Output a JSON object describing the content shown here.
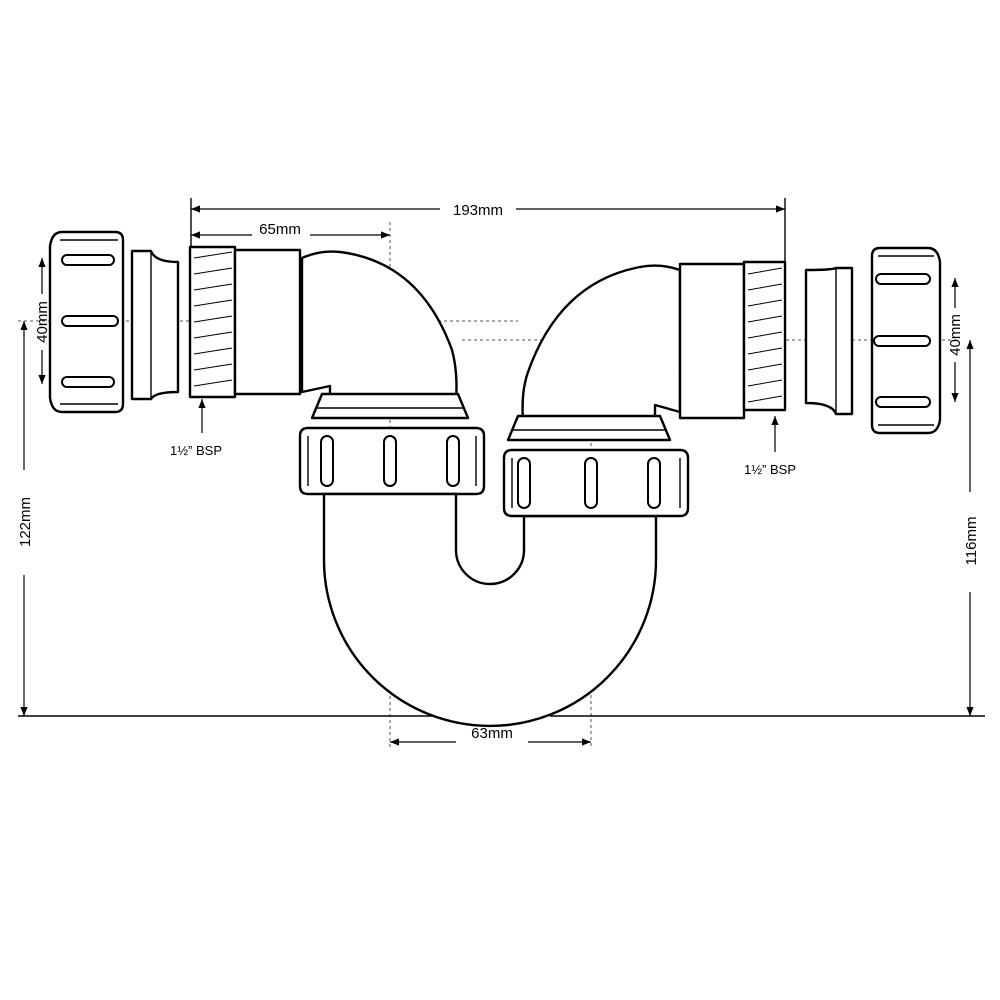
{
  "dimensions": {
    "overall_width": "193mm",
    "inlet_length": "65mm",
    "left_diameter": "40mm",
    "right_diameter": "40mm",
    "left_height": "122mm",
    "right_height": "116mm",
    "center_spacing": "63mm"
  },
  "thread_labels": {
    "left": "1½” BSP",
    "right": "1½” BSP"
  }
}
